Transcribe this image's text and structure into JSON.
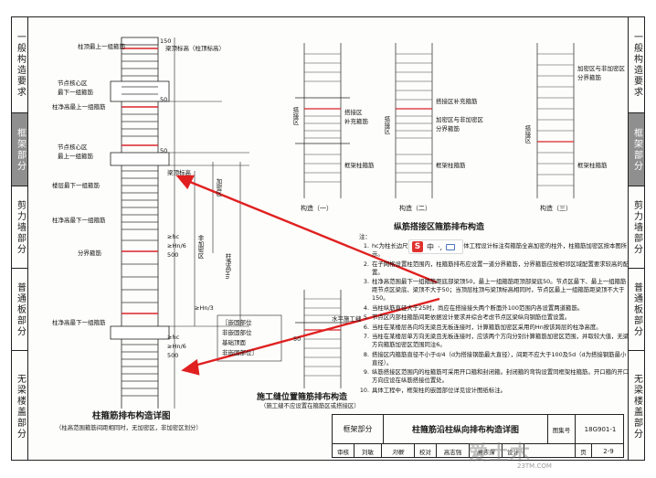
{
  "left_tabs": [
    "一般构造要求",
    "框架部分",
    "剪力墙部分",
    "普通板部分",
    "无梁楼盖部分"
  ],
  "right_tabs": [
    "一般构造要求",
    "框架部分",
    "剪力墙部分",
    "普通板部分",
    "无梁楼盖部分"
  ],
  "active_tab_index": 1,
  "detail": {
    "labels": {
      "top_hoop": "柱顶最上一组箍筋",
      "beam_top": "梁顶标高（柱顶标高）",
      "node_core": "节点核心区",
      "node_bottom_hoop": "最下一组箍筋",
      "col_net_top_hoop": "柱净高最上一组箍筋",
      "node_core_2": "节点核心区",
      "top_hoop_2": "最上一组箍筋",
      "beam_top_2": "梁顶标高",
      "floor_slab_hoop": "楼层最下一组箍筋",
      "col_net_hoop": "柱净高最下一组箍筋",
      "dense_zone": "加密区",
      "split_hoop": "分界箍筋",
      "water_stop": "水平施工缝",
      "embedded": "嵌固部位",
      "dim_150": "150",
      "dim_50": "50",
      "dim_500": "500",
      "hc": "≥hc",
      "hn6": "≥Hn/6",
      "hn3": "≥Hn/3",
      "hn": "柱净高Hn",
      "non_dense": "非加密区",
      "dense_label": "加密区",
      "box_line1": "［嵌固部位",
      "box_line2": "非嵌固部位",
      "box_line3": "基础顶面",
      "box_line4": "非嵌固部位］"
    },
    "title": "柱箍筋排布构造详图",
    "subtitle": "（柱高范围箍筋间距相同时，无加密区，非加密区划分）"
  },
  "lap_section": {
    "title": "纵筋搭接区箍筋排布构造",
    "labels": {
      "lap_zone": "搭接区",
      "supplement_hoop": "补充箍筋",
      "frame_hoop": "框架柱箍筋",
      "lap_add_hoop": "搭接区补充箍筋",
      "lap_dense": "加密区与非加密区",
      "split_hoop": "分界箍筋",
      "dense_and_nondense": "加密区与非加密区",
      "split_hoop_2": "分界箍筋",
      "frame_hoop_2": "框架柱箍筋",
      "frame_hoop_3": "框架柱箍筋"
    },
    "captions": [
      "构造（一）",
      "构造（二）",
      "构造（三）"
    ]
  },
  "construction_joint": {
    "title": "施工缝位置箍筋排布构造",
    "subtitle": "（施工缝不应设置在箍筋区或搭接区）",
    "water_stop": "水平施工缝",
    "dim": "50"
  },
  "notes": {
    "header": "注：",
    "items": [
      {
        "num": "1.",
        "text": "hc为柱长边尺寸（圆柱直径），除具体工程设计标注有箍筋全高加密的柱外，柱箍筋加密区按本图所示。"
      },
      {
        "num": "2.",
        "text": "在子网格设置柱范围内，柱箍筋排布应设置一道分界箍筋，分界箍筋应按相邻区域配置要求较高的配置。"
      },
      {
        "num": "3.",
        "text": "柱净高范围最下一组箍筋距底部梁顶50，最上一组箍筋距顶部梁底50。节点区最下、最上一组箍筋距节点区梁底、梁顶不大于50；当顶层柱顶与梁顶标高相同时，节点区最上一组箍筋距梁顶不大于150。"
      },
      {
        "num": "4.",
        "text": "当柱纵筋直径大于25时，尚应在搭接接头两个断面外100范围内各设置两道箍筋。"
      },
      {
        "num": "5.",
        "text": "节点区内部柱箍筋间距依据设计要求并综合考虑节点区梁纵向钢筋位置设置。"
      },
      {
        "num": "6.",
        "text": "当柱在某楼层各向均无梁且无板连接时，计算箍筋加密区采用的Hn按该跨层的柱净高度。"
      },
      {
        "num": "7.",
        "text": "当柱在某楼层单方向无梁且无板连接时，应该两个方向分别计算箍筋加密区范围，并取较大值，无梁方向箍筋加密区范围同注6。"
      },
      {
        "num": "8.",
        "text": "搭接区内箍筋直径不小于d/4（d为搭接钢筋最大直径），间距不应大于100及5d（d为搭接钢筋最小直径）。"
      },
      {
        "num": "9.",
        "text": "纵筋搭接区范围内的柱箍筋可采用开口箍和封闭箍。封闭箍的弯钩设置同框架柱箍筋。开口箍的开口方向应设在纵筋搭接位置处。"
      },
      {
        "num": "10.",
        "text": "具体工程中，框架柱的嵌固部位详见设计图纸标注。"
      }
    ]
  },
  "title_block": {
    "section": "框架部分",
    "drawing_title": "柱箍筋沿柱纵向排布构造详图",
    "atlas_label": "图集号",
    "atlas_no": "18G901-1",
    "review_label": "审核",
    "review_name": "刘敏",
    "check_label": "校对",
    "check_name": "高志强",
    "design_label": "设计",
    "page_label": "页",
    "page_no": "2-9"
  },
  "ime_toolbar": {
    "logo": "S",
    "text": "中",
    "punct": "·,"
  },
  "watermark": {
    "text": "爱土木",
    "url": "23TM.COM"
  },
  "colors": {
    "rebar_red": "#d9242b",
    "line": "#222222",
    "active_tab": "#8f8f8f",
    "arrow": "#e02020"
  }
}
